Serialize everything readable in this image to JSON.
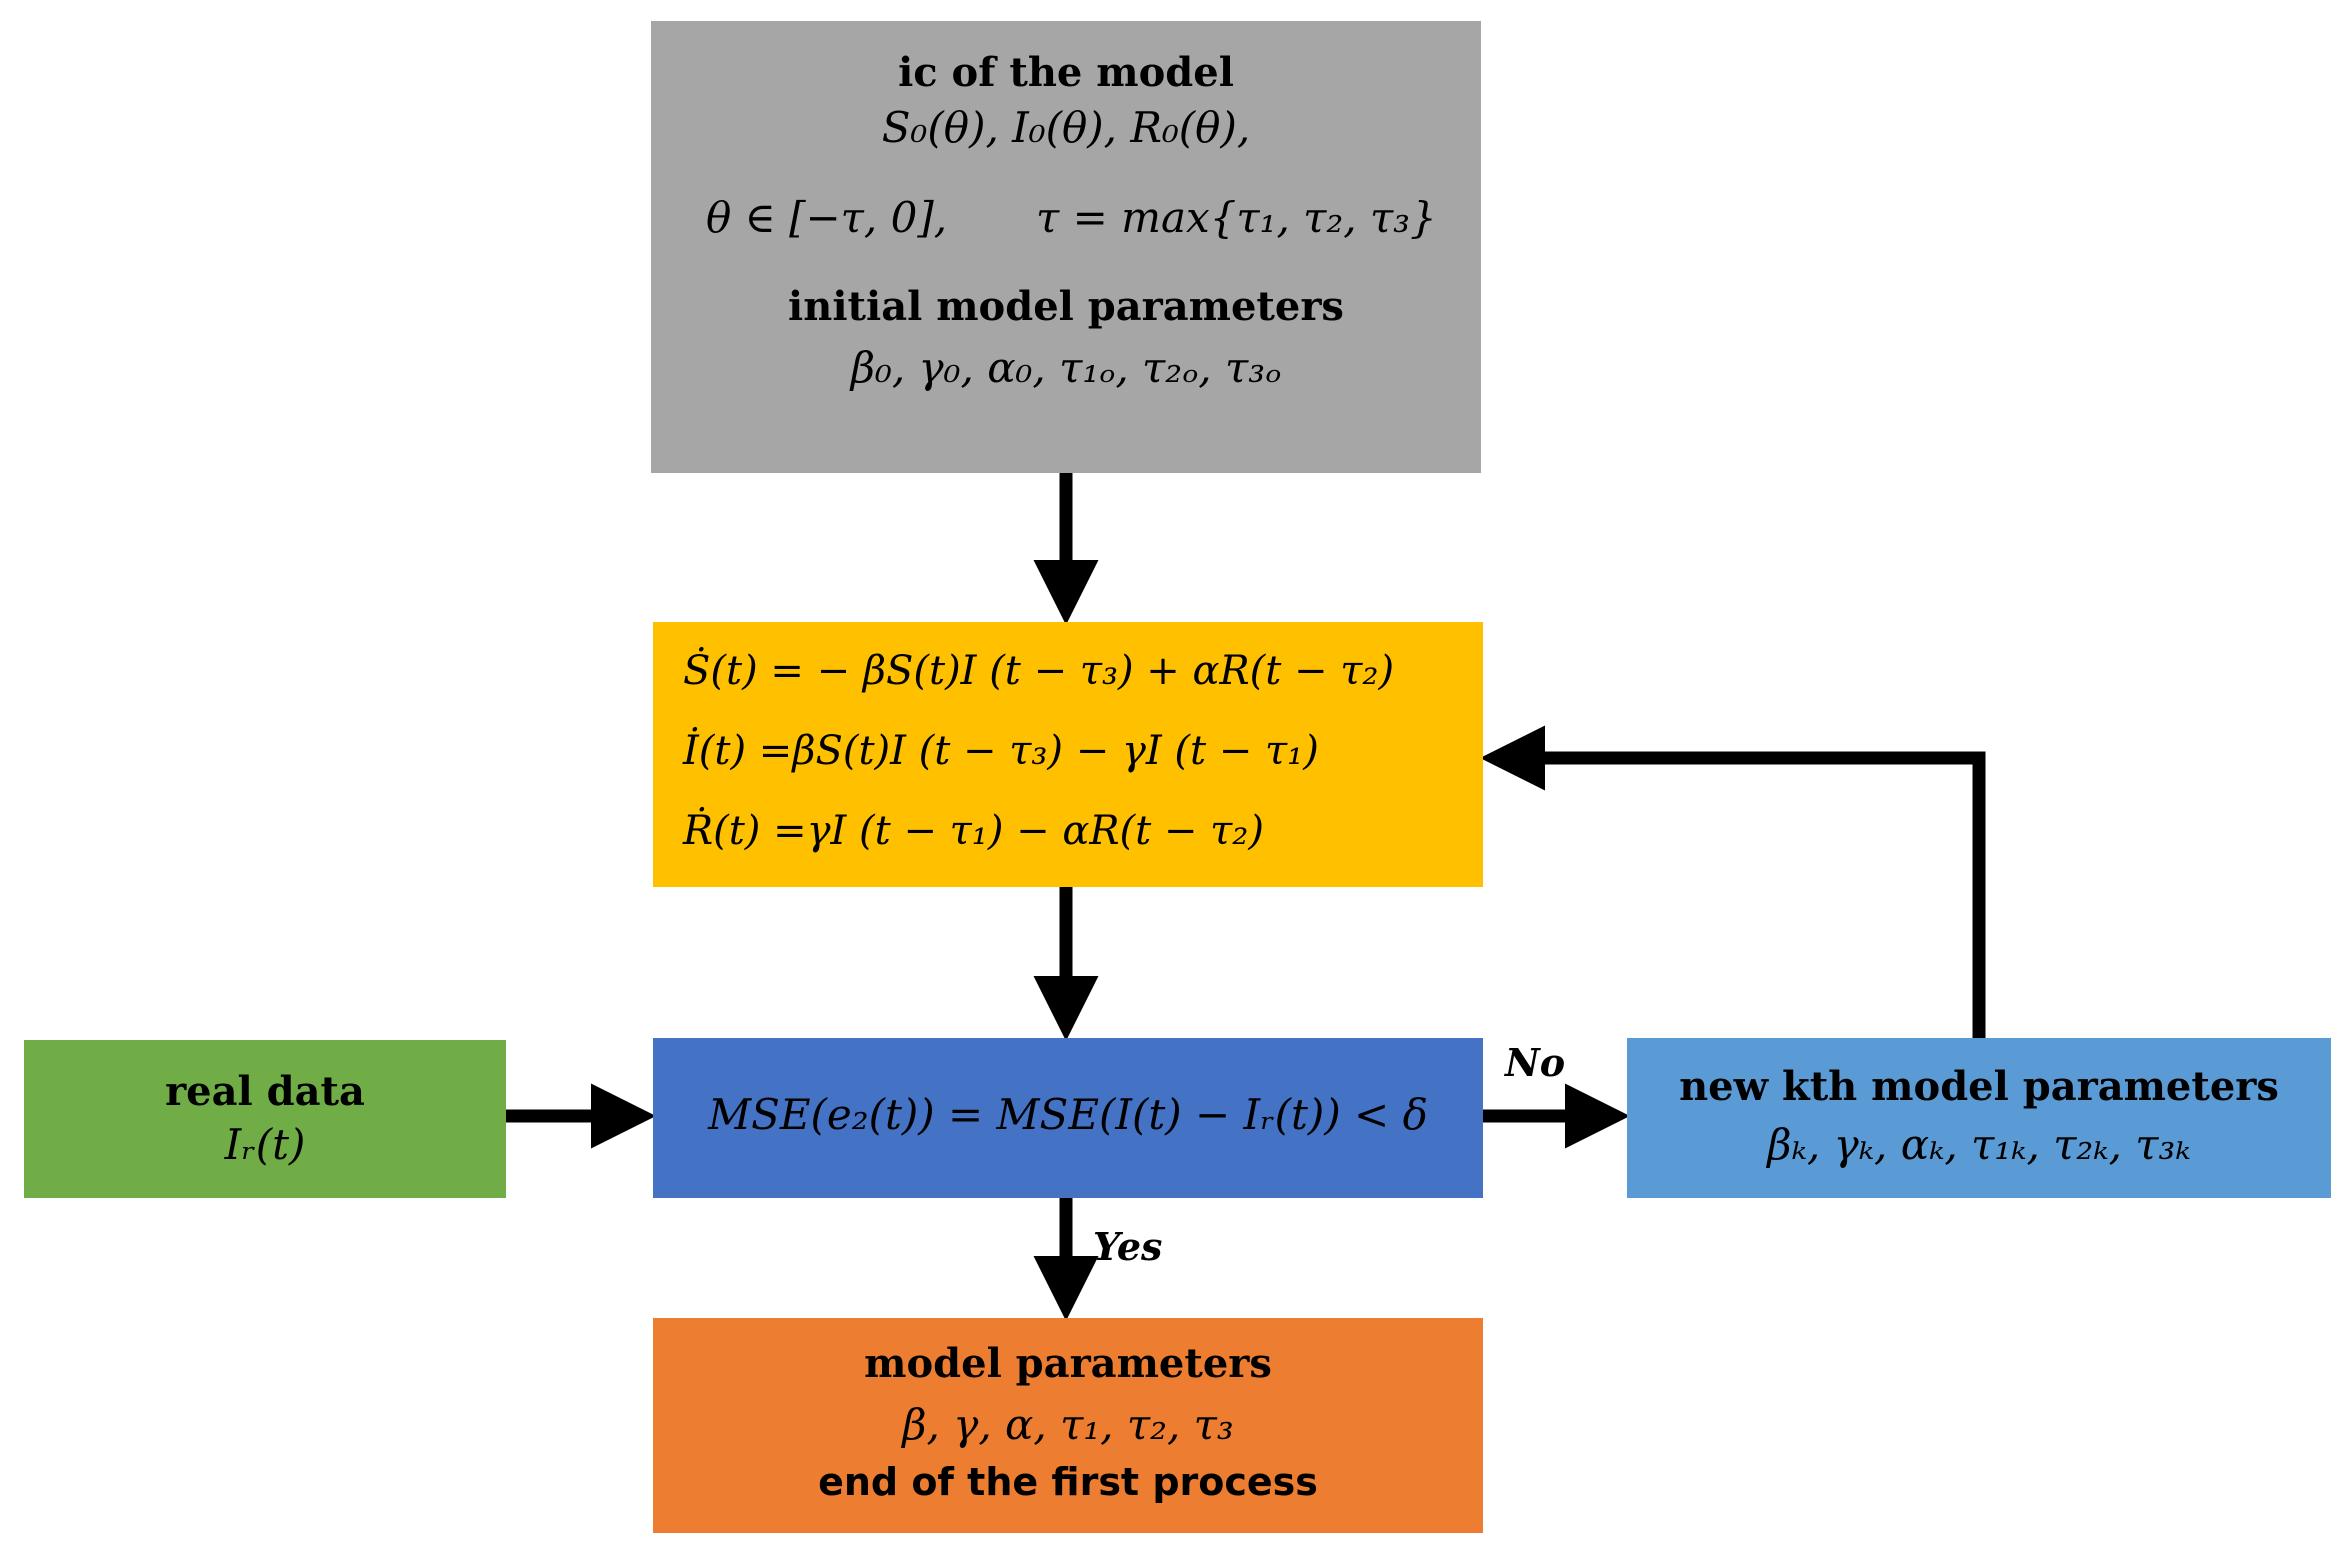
{
  "nodes": {
    "ic": {
      "title": "ic of the model",
      "initial_conditions": "S₀(θ), I₀(θ), R₀(θ),",
      "domain": "θ ∈ [−τ, 0],",
      "tau_def": "τ = max{τ₁, τ₂, τ₃}",
      "params_title": "initial model parameters",
      "params": "β₀, γ₀, α₀, τ₁ₒ, τ₂ₒ, τ₃ₒ",
      "color": "#a6a6a6"
    },
    "ode": {
      "eq_s": "Ṡ(t) = − βS(t)I (t − τ₃) + αR(t − τ₂)",
      "eq_i": "İ(t) =βS(t)I (t − τ₃) − γI (t − τ₁)",
      "eq_r": "Ṙ(t) =γI (t − τ₁) − αR(t − τ₂)",
      "color": "#ffc000"
    },
    "mse": {
      "condition": "MSE(e₂(t)) = MSE(I(t) − Iᵣ(t)) < δ",
      "color": "#4472c4"
    },
    "real_data": {
      "title": "real data",
      "symbol": "Iᵣ(t)",
      "color": "#70ad47"
    },
    "new_params": {
      "title": "new kth model parameters",
      "params": "βₖ, γₖ, αₖ, τ₁ₖ, τ₂ₖ, τ₃ₖ",
      "color": "#5b9bd5"
    },
    "final": {
      "title": "model parameters",
      "params": "β, γ, α, τ₁, τ₂, τ₃",
      "footer": "end of the first process",
      "color": "#ed7d31"
    }
  },
  "edges": {
    "no_label": "No",
    "yes_label": "Yes"
  }
}
